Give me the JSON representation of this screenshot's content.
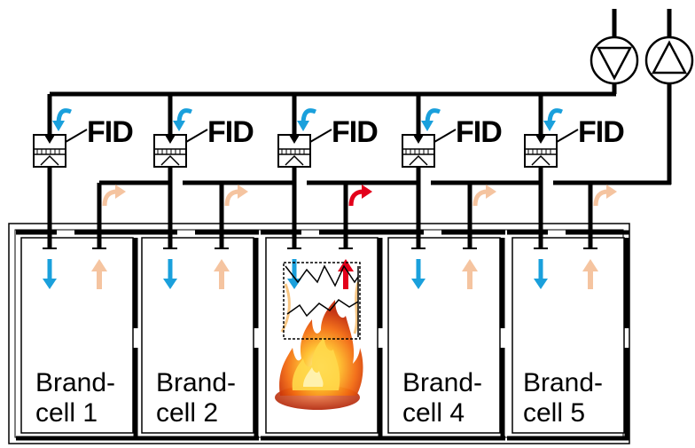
{
  "fid_label": "FID",
  "cells": [
    {
      "line1": "Brand-",
      "line2": "cell 1",
      "on_fire": false
    },
    {
      "line1": "Brand-",
      "line2": "cell 2",
      "on_fire": false
    },
    {
      "line1": "",
      "line2": "",
      "on_fire": true
    },
    {
      "line1": "Brand-",
      "line2": "cell 4",
      "on_fire": false
    },
    {
      "line1": "Brand-",
      "line2": "cell 5",
      "on_fire": false
    }
  ],
  "colors": {
    "supply": "#1aa0dc",
    "exhaust": "#f5c4a0",
    "fire_exhaust": "#e3001b",
    "duct": "#000000"
  }
}
